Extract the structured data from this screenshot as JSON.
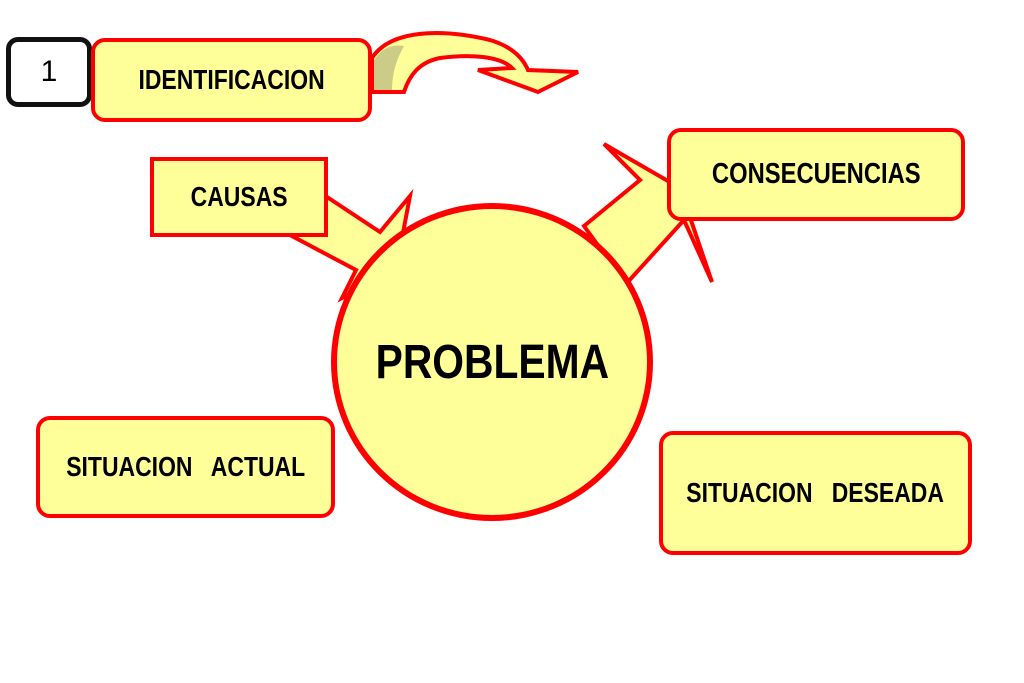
{
  "diagram": {
    "step_number": "1",
    "identificacion_label": "IDENTIFICACION",
    "causas_label": "CAUSAS",
    "consecuencias_label": "CONSECUENCIAS",
    "problema_label": "PROBLEMA",
    "situacion_actual_label": "SITUACION   ACTUAL",
    "situacion_deseada_label": "SITUACION   DESEADA"
  },
  "colors": {
    "box_fill": "#ffff99",
    "border_red": "#ff0000",
    "curved_arrow_fill": "#cccc88",
    "badge_border": "#111111"
  }
}
